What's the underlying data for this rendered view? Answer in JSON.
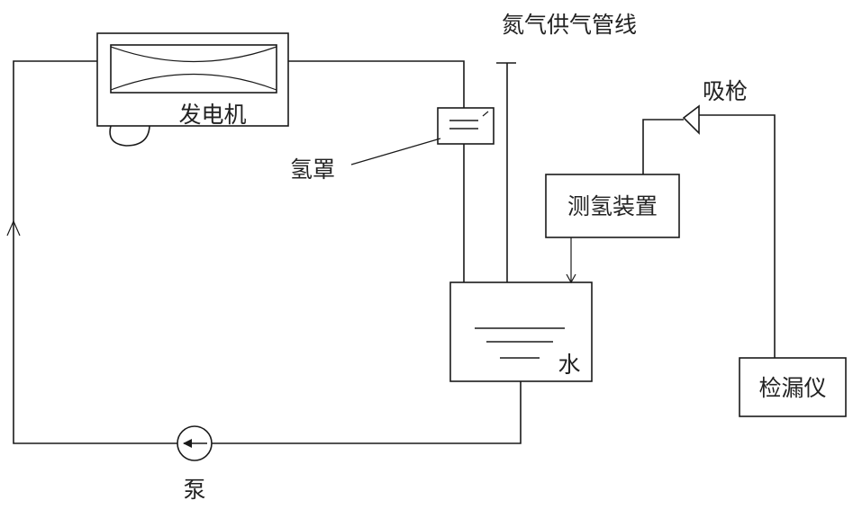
{
  "labels": {
    "generator": "发电机",
    "hydrogen_hood": "氢罩",
    "nitrogen_supply_line": "氮气供气管线",
    "suction_gun": "吸枪",
    "hydrogen_measuring_device": "测氢装置",
    "water": "水",
    "leak_detector": "检漏仪",
    "pump": "泵"
  },
  "colors": {
    "line": "#1a1a1a",
    "text": "#222222",
    "background": "#ffffff"
  },
  "icons": {
    "flow_direction": "up-arrow",
    "pump_symbol": "left-arrow-in-circle",
    "suction_gun_symbol": "cone-nozzle"
  }
}
